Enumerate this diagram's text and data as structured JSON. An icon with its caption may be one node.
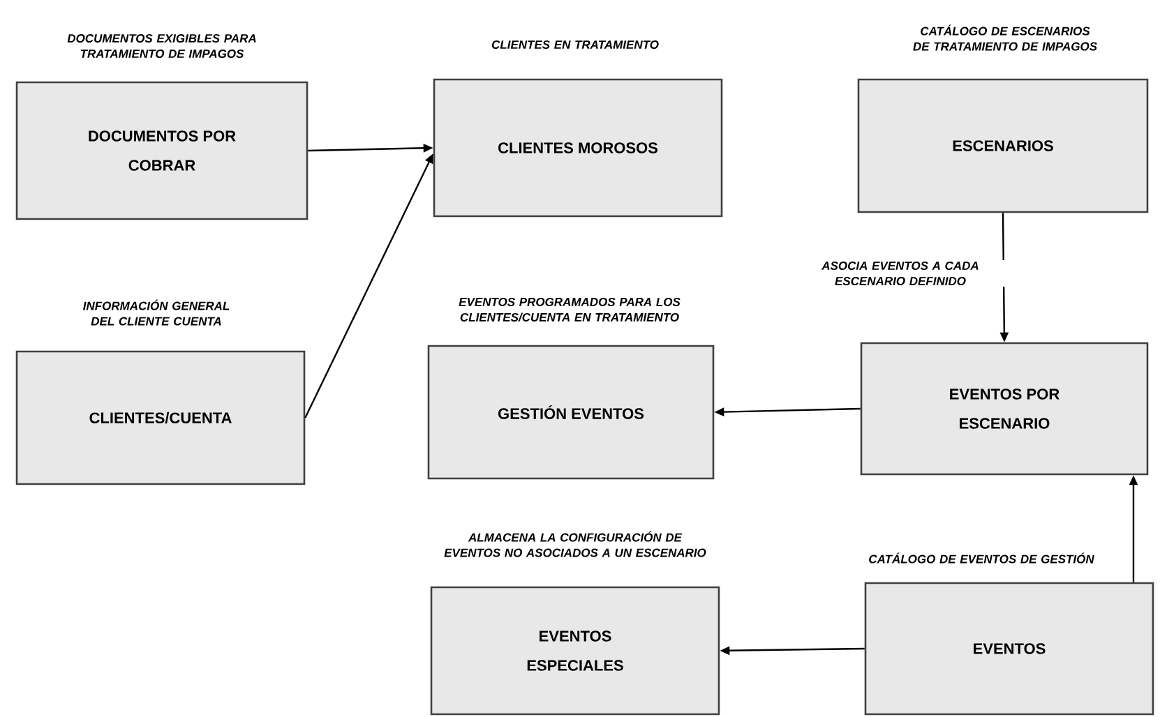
{
  "diagram": {
    "nodes": [
      {
        "text": [
          "DOCUMENTOS EXIGIBLES PARA TRATAMIENTO DE IMPAGOS",
          "DOCUMENTOS POR COBRAR"
        ]
      },
      {
        "text": [
          "CLIENTES EN TRATAMIENTO",
          "CLIENTES MOROSOS"
        ]
      },
      {
        "text": [
          "CATÁLOGO DE ESCENARIOS DE TRATAMIENTO DE IMPAGOS",
          "ESCENARIOS"
        ]
      },
      {
        "text": [
          "INFORMACIÓN GENERAL DEL CLIENTE CUENTA",
          "CLIENTES/CUENTA"
        ]
      },
      {
        "text": [
          "EVENTOS PROGRAMADOS PARA LOS CLIENTES/CUENTA EN TRATAMIENTO",
          "GESTIÓN EVENTOS"
        ]
      },
      {
        "text": [
          "EVENTOS POR ESCENARIO"
        ]
      },
      {
        "text": [
          "ALMACENA LA CONFIGURACIÓN DE EVENTOS NO ASOCIADOS A UN ESCENARIO",
          "EVENTOS ESPECIALES"
        ]
      },
      {
        "text": [
          "CATÁLOGO DE EVENTOS DE GESTIÓN",
          "EVENTOS"
        ]
      }
    ],
    "edges": [
      {
        "from": 0,
        "to": 1,
        "arrow": "to"
      },
      {
        "from": 3,
        "to": 1,
        "arrow": "to"
      },
      {
        "from": 2,
        "to": 5,
        "arrow": "to",
        "label": "ASOCIA EVENTOS A CADA ESCENARIO DEFINIDO"
      },
      {
        "from": 5,
        "to": 4,
        "arrow": "to"
      },
      {
        "from": 7,
        "to": 5,
        "arrow": "to"
      },
      {
        "from": 7,
        "to": 6,
        "arrow": "to"
      }
    ]
  }
}
